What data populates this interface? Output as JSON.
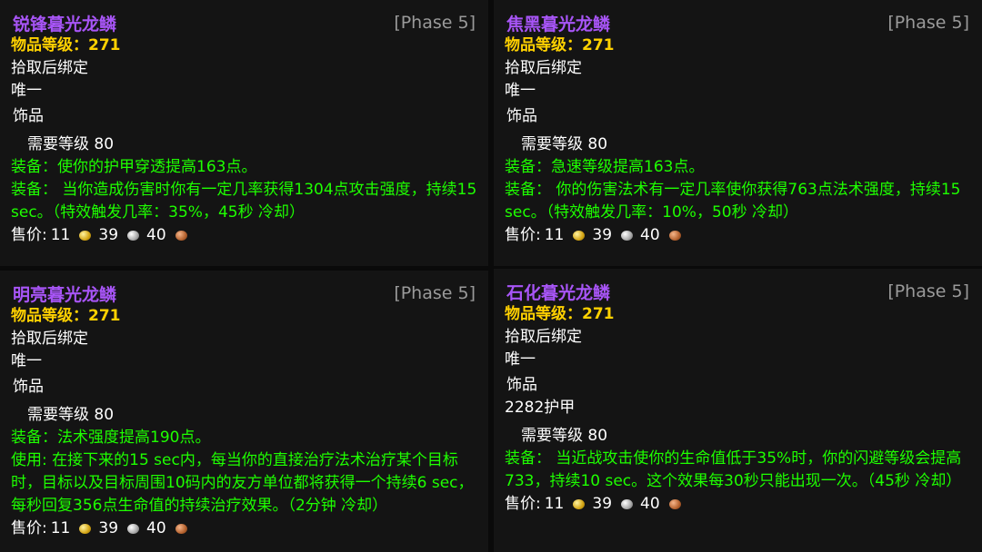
{
  "items": [
    {
      "name": "锐锋暮光龙鳞",
      "phase": "[Phase 5]",
      "ilvl": "物品等级：271",
      "bind": "拾取后绑定",
      "unique": "唯一",
      "slot": "饰品",
      "armor": "",
      "req": "需要等级 80",
      "effects": [
        "装备：使你的护甲穿透提高163点。",
        "装备： 当你造成伤害时你有一定几率获得1304点攻击强度，持续15 sec。（特效触发几率：35%，45秒 冷却）"
      ],
      "sell_label": "售价:",
      "gold": "11",
      "silver": "39",
      "copper": "40"
    },
    {
      "name": "焦黑暮光龙鳞",
      "phase": "[Phase 5]",
      "ilvl": "物品等级：271",
      "bind": "拾取后绑定",
      "unique": "唯一",
      "slot": "饰品",
      "armor": "",
      "req": "需要等级 80",
      "effects": [
        "装备：急速等级提高163点。",
        "装备： 你的伤害法术有一定几率使你获得763点法术强度，持续15 sec。（特效触发几率：10%，50秒 冷却）"
      ],
      "sell_label": "售价:",
      "gold": "11",
      "silver": "39",
      "copper": "40"
    },
    {
      "name": "明亮暮光龙鳞",
      "phase": "[Phase 5]",
      "ilvl": "物品等级：271",
      "bind": "拾取后绑定",
      "unique": "唯一",
      "slot": "饰品",
      "armor": "",
      "req": "需要等级 80",
      "effects": [
        "装备：法术强度提高190点。",
        "使用: 在接下来的15 sec内，每当你的直接治疗法术治疗某个目标时，目标以及目标周围10码内的友方单位都将获得一个持续6 sec，每秒回复356点生命值的持续治疗效果。（2分钟 冷却）"
      ],
      "sell_label": "售价:",
      "gold": "11",
      "silver": "39",
      "copper": "40"
    },
    {
      "name": "石化暮光龙鳞",
      "phase": "[Phase 5]",
      "ilvl": "物品等级：271",
      "bind": "拾取后绑定",
      "unique": "唯一",
      "slot": "饰品",
      "armor": "2282护甲",
      "req": "需要等级 80",
      "effects": [
        "装备： 当近战攻击使你的生命值低于35%时，你的闪避等级会提高733，持续10 sec。这个效果每30秒只能出现一次。（45秒 冷却）"
      ],
      "sell_label": "售价:",
      "gold": "11",
      "silver": "39",
      "copper": "40"
    }
  ],
  "colors": {
    "item_name": "#a855f7",
    "item_level": "#ffd100",
    "effect_text": "#1eff00",
    "phase_text": "#9a9a9a"
  }
}
